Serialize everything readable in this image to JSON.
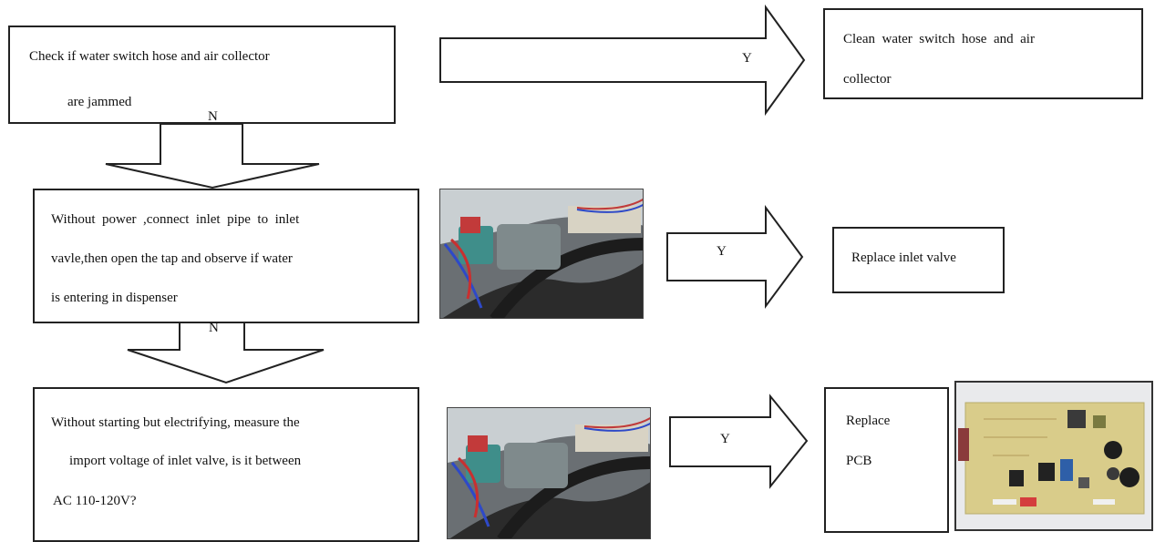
{
  "header": {
    "title_fragment": ""
  },
  "steps": [
    {
      "question_lines": [
        "Check if water switch hose and air collector",
        "are jammed"
      ],
      "yes_label": "Y",
      "no_label": "N",
      "action_lines": [
        "Clean  water  switch  hose  and  air",
        "collector"
      ]
    },
    {
      "question_lines": [
        "Without  power  ,connect  inlet  pipe  to  inlet",
        "vavle,then open the tap and observe if water",
        "is entering in dispenser"
      ],
      "yes_label": "Y",
      "no_label": "N",
      "action_lines": [
        "Replace inlet valve"
      ]
    },
    {
      "question_lines": [
        "Without starting but electrifying, measure the",
        "import voltage of inlet valve, is it between",
        "AC 110-120V?"
      ],
      "yes_label": "Y",
      "action_lines": [
        "Replace",
        "PCB"
      ]
    }
  ]
}
